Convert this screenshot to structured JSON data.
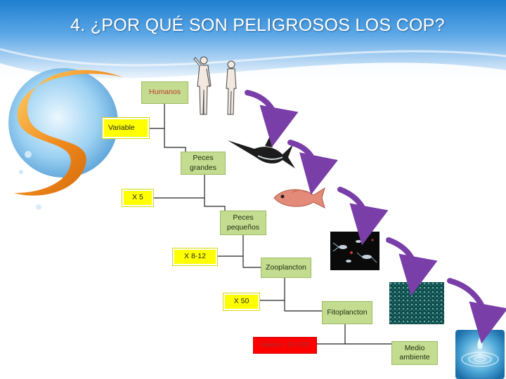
{
  "slide": {
    "title": "4. ¿POR QUÉ SON PELIGROSOS LOS COP?"
  },
  "levels": [
    {
      "label": "Humanos"
    },
    {
      "label": "Peces grandes"
    },
    {
      "label": "Peces pequeños"
    },
    {
      "label": "Zooplancton"
    },
    {
      "label": "Fitoplancton"
    },
    {
      "label": "Medio ambiente"
    }
  ],
  "factors": [
    {
      "label": "Variable"
    },
    {
      "label": "X 5"
    },
    {
      "label": "X 8-12"
    },
    {
      "label": "X 50"
    },
    {
      "label": "Hasta x 15 000"
    }
  ],
  "colors": {
    "level_box": "#c3dc8f",
    "factor_box": "#ffff00",
    "max_factor_box": "#ff0000",
    "arrow": "#7a3ea8",
    "title_bar": "#1f7fd0"
  },
  "icons": [
    "humans-icon",
    "swordfish-icon",
    "small-fish-icon",
    "zooplankton-icon",
    "phytoplankton-icon",
    "water-drop-icon"
  ]
}
